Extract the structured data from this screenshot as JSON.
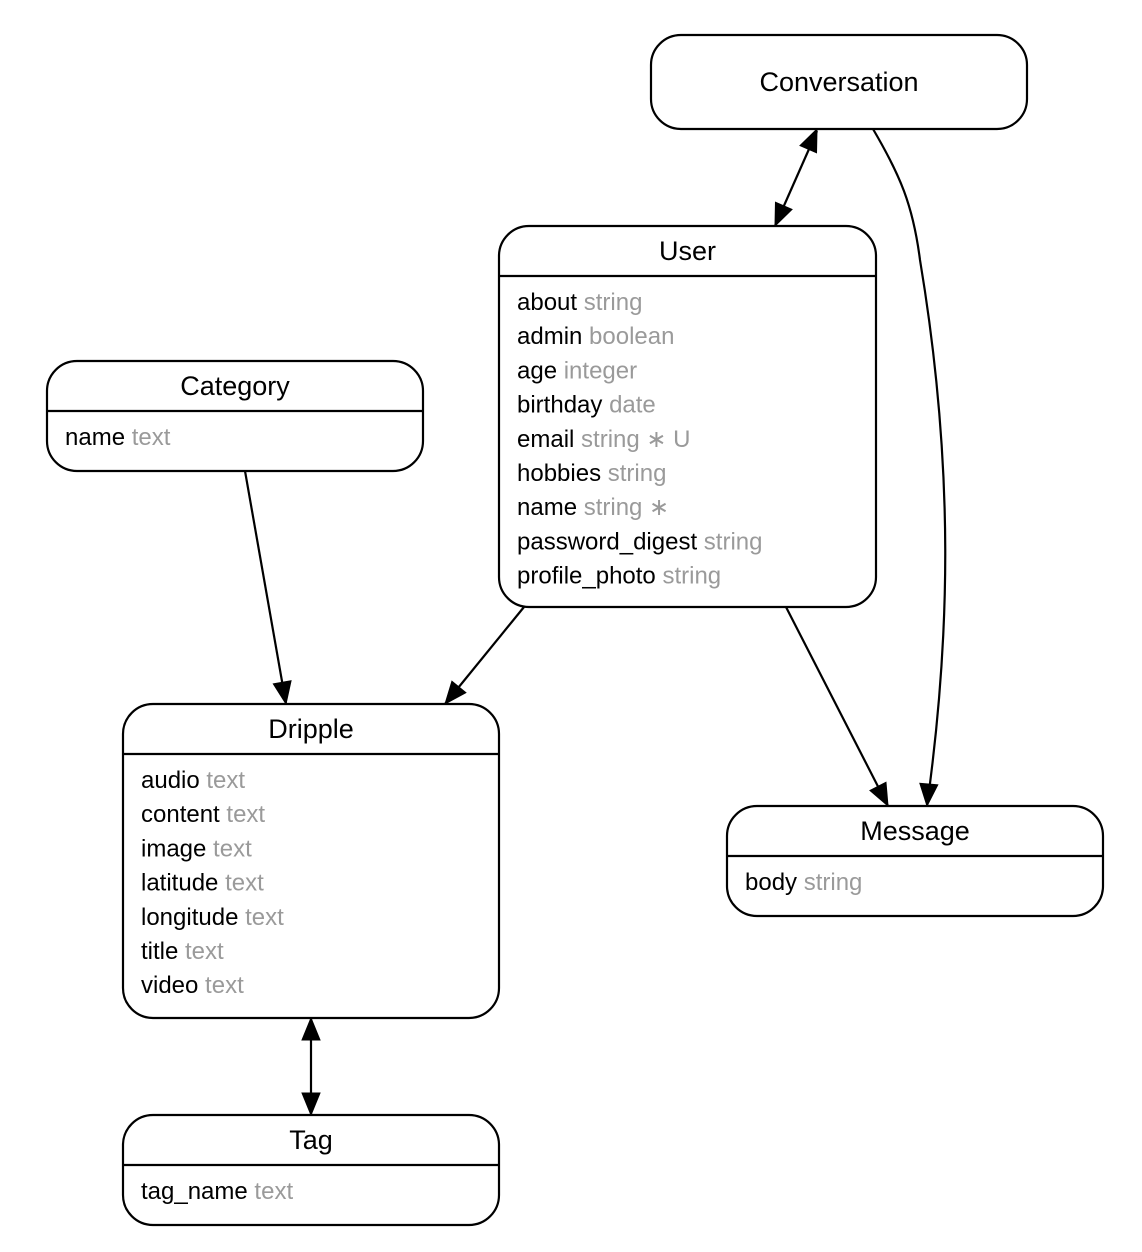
{
  "entities": {
    "conversation": {
      "title": "Conversation",
      "attributes": []
    },
    "user": {
      "title": "User",
      "attributes": [
        {
          "name": "about",
          "type": "string"
        },
        {
          "name": "admin",
          "type": "boolean"
        },
        {
          "name": "age",
          "type": "integer"
        },
        {
          "name": "birthday",
          "type": "date"
        },
        {
          "name": "email",
          "type": "string ∗ U"
        },
        {
          "name": "hobbies",
          "type": "string"
        },
        {
          "name": "name",
          "type": "string ∗"
        },
        {
          "name": "password_digest",
          "type": "string"
        },
        {
          "name": "profile_photo",
          "type": "string"
        }
      ]
    },
    "category": {
      "title": "Category",
      "attributes": [
        {
          "name": "name",
          "type": "text"
        }
      ]
    },
    "dripple": {
      "title": "Dripple",
      "attributes": [
        {
          "name": "audio",
          "type": "text"
        },
        {
          "name": "content",
          "type": "text"
        },
        {
          "name": "image",
          "type": "text"
        },
        {
          "name": "latitude",
          "type": "text"
        },
        {
          "name": "longitude",
          "type": "text"
        },
        {
          "name": "title",
          "type": "text"
        },
        {
          "name": "video",
          "type": "text"
        }
      ]
    },
    "message": {
      "title": "Message",
      "attributes": [
        {
          "name": "body",
          "type": "string"
        }
      ]
    },
    "tag": {
      "title": "Tag",
      "attributes": [
        {
          "name": "tag_name",
          "type": "text"
        }
      ]
    }
  },
  "relationships": [
    {
      "from": "conversation",
      "to": "user",
      "kind": "many-to-many"
    },
    {
      "from": "conversation",
      "to": "message",
      "kind": "one-to-many"
    },
    {
      "from": "category",
      "to": "dripple",
      "kind": "one-to-many"
    },
    {
      "from": "user",
      "to": "dripple",
      "kind": "one-to-many"
    },
    {
      "from": "user",
      "to": "message",
      "kind": "one-to-many"
    },
    {
      "from": "dripple",
      "to": "tag",
      "kind": "many-to-many"
    }
  ]
}
